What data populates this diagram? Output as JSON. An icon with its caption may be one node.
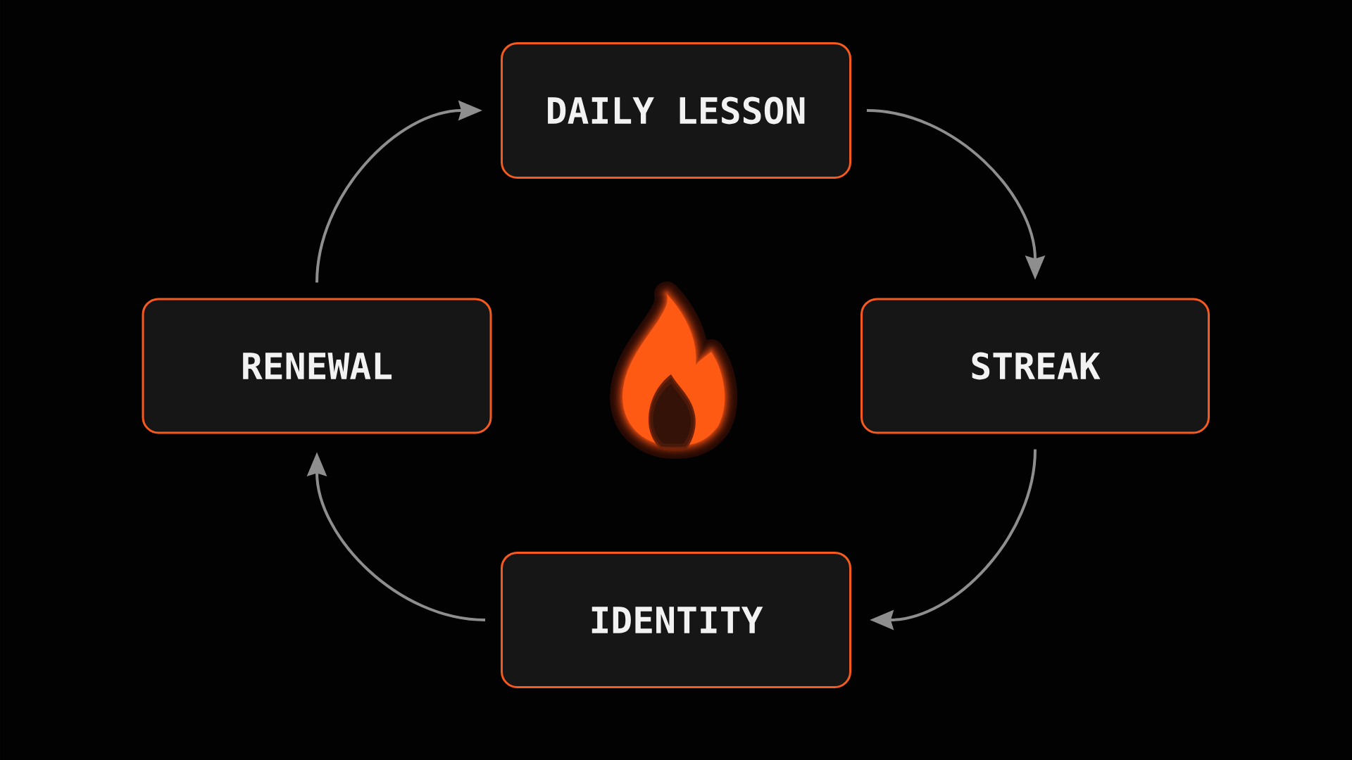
{
  "diagram": {
    "nodes": [
      {
        "text": [
          "DAILY LESSON"
        ]
      },
      {
        "text": [
          "STREAK"
        ]
      },
      {
        "text": [
          "IDENTITY"
        ]
      },
      {
        "text": [
          "RENEWAL"
        ]
      }
    ],
    "edges": [
      {
        "from": 0,
        "to": 1,
        "arrow": "to"
      },
      {
        "from": 1,
        "to": 2,
        "arrow": "to"
      },
      {
        "from": 2,
        "to": 3,
        "arrow": "to"
      },
      {
        "from": 3,
        "to": 0,
        "arrow": "to"
      }
    ]
  }
}
